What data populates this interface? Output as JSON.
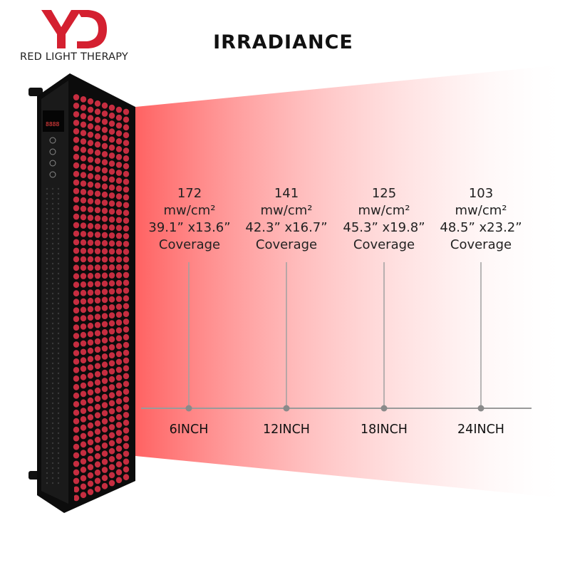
{
  "brand": {
    "logo_icon": "yd-logo-icon",
    "name": "RED LIGHT THERAPY",
    "colors": {
      "logo_red": "#d42030",
      "beam_red": "#ff5a5a",
      "panel_led": "#e8344a",
      "panel_body": "#111111"
    }
  },
  "title": "IRRADIANCE",
  "columns": [
    {
      "irradiance": "172",
      "unit": "mw/cm²",
      "size": "39.1” x13.6”",
      "label": "Coverage",
      "distance": "6INCH"
    },
    {
      "irradiance": "141",
      "unit": "mw/cm²",
      "size": "42.3” x16.7”",
      "label": "Coverage",
      "distance": "12INCH"
    },
    {
      "irradiance": "125",
      "unit": "mw/cm²",
      "size": "45.3” x19.8”",
      "label": "Coverage",
      "distance": "18INCH"
    },
    {
      "irradiance": "103",
      "unit": "mw/cm²",
      "size": "48.5” x23.2”",
      "label": "Coverage",
      "distance": "24INCH"
    }
  ],
  "panel": {
    "display_icon": "digital-display-icon",
    "button_icons": [
      "power-button-icon",
      "timer-button-icon",
      "mode-button-icon",
      "light-button-icon"
    ]
  }
}
